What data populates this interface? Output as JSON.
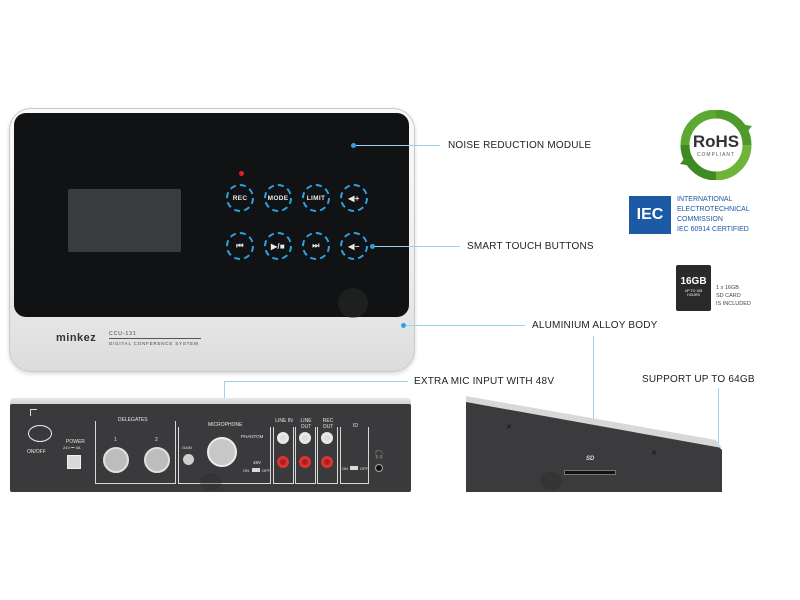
{
  "front": {
    "brand": "minkez",
    "model": "CCU-131",
    "model_sub": "DIGITAL CONFERENCE SYSTEM",
    "buttons": {
      "rec": "REC",
      "mode": "MODE",
      "limit": "LIMIT",
      "vol_up": "◀+",
      "prev": "⏮",
      "play": "▶/■",
      "next": "⏭",
      "vol_down": "◀−"
    }
  },
  "callouts": {
    "noise": "NOISE REDUCTION MODULE",
    "touch": "SMART TOUCH BUTTONS",
    "alloy": "ALUMINIUM ALLOY BODY",
    "mic": "EXTRA MIC INPUT WITH 48V",
    "sd": "SUPPORT UP TO 64GB"
  },
  "rohs": {
    "main": "RoHS",
    "sub": "COMPLIANT"
  },
  "iec": {
    "logo": "IEC",
    "line1": "INTERNATIONAL",
    "line2": "ELECTROTECHNICAL",
    "line3": "COMMISSION",
    "line4": "IEC 60914 CERTIFIED"
  },
  "sd": {
    "capacity": "16GB",
    "hours": "UP TO 108 HOURS",
    "line1": "1 x 16GB",
    "line2": "SD CARD",
    "line3": "IS INCLUDED"
  },
  "rear": {
    "onoff": "ON/OFF",
    "power": "POWER",
    "power_spec": "24V ⎓ 4A",
    "delegates": "DELEGATES",
    "del1": "1",
    "del2": "2",
    "microphone": "MICROPHONE",
    "gain": "GAIN",
    "phantom": "PHANTOM",
    "v48": "48V",
    "on": "ON",
    "off": "OFF",
    "line_in": "LINE IN",
    "line_out": "LINE OUT",
    "rec_out": "REC OUT",
    "id": "ID",
    "id_on": "ON",
    "id_off": "OFF",
    "headphone": "🎧"
  },
  "side": {
    "sd_label": "SD"
  }
}
